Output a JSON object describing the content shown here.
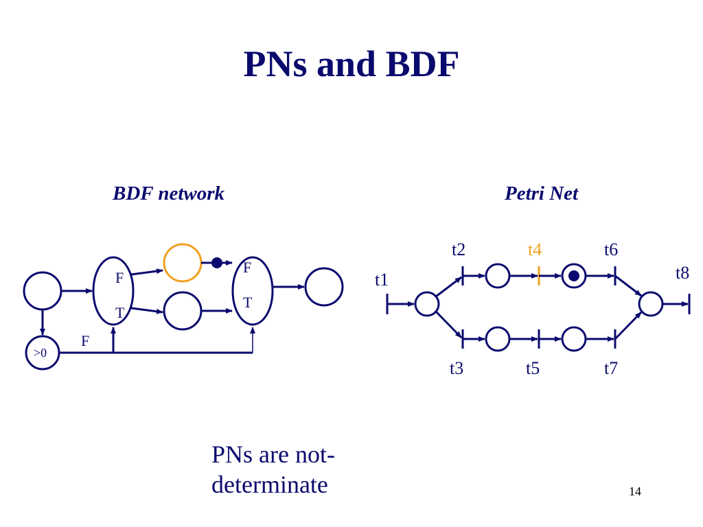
{
  "slide": {
    "title": "PNs and BDF",
    "page_number": "14",
    "note_line1": "PNs are not-",
    "note_line2": "determinate"
  },
  "bdf": {
    "caption": "BDF network",
    "switch_f": "F",
    "switch_t": "T",
    "select_f": "F",
    "select_t": "T",
    "control_f": "F",
    "counter": ">0"
  },
  "petri": {
    "caption": "Petri Net",
    "transitions": [
      "t1",
      "t2",
      "t3",
      "t4",
      "t5",
      "t6",
      "t7",
      "t8"
    ],
    "highlight_color": "#f0a020"
  },
  "colors": {
    "primary": "#0a0a6e",
    "highlight": "#f0a020"
  }
}
